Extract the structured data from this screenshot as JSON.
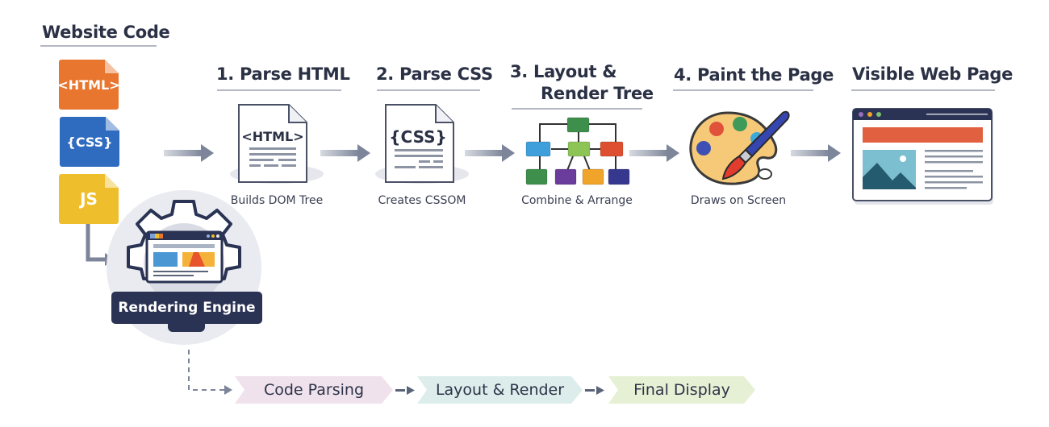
{
  "left": {
    "title": "Website Code",
    "files": [
      {
        "label": "<HTML>",
        "color": "#e8762f"
      },
      {
        "label": "{CSS}",
        "color": "#2f6cc0"
      },
      {
        "label": "JS",
        "color": "#efbe2c"
      }
    ],
    "engine_label": "Rendering Engine"
  },
  "steps": [
    {
      "title": "1. Parse HTML",
      "doc_label": "<HTML>",
      "caption": "Builds DOM Tree"
    },
    {
      "title": "2. Parse CSS",
      "doc_label": "{CSS}",
      "caption": "Creates CSSOM"
    },
    {
      "title_line1": "3. Layout &",
      "title_line2": "Render Tree",
      "caption": "Combine & Arrange"
    },
    {
      "title": "4. Paint the Page",
      "caption": "Draws on Screen"
    },
    {
      "title": "Visible Web Page"
    }
  ],
  "flow": [
    {
      "label": "Code Parsing",
      "color": "#efe2ec"
    },
    {
      "label": "Layout & Render",
      "color": "#dcedeb"
    },
    {
      "label": "Final Display",
      "color": "#e6f0d4"
    }
  ],
  "colors": {
    "navy": "#2b3354",
    "arrow": "#7c8599",
    "tree": [
      "#3e8f4c",
      "#3f9fdb",
      "#8dc456",
      "#de4e30",
      "#3e8f4c",
      "#6a3c9c",
      "#f0a42a",
      "#36388f"
    ]
  }
}
